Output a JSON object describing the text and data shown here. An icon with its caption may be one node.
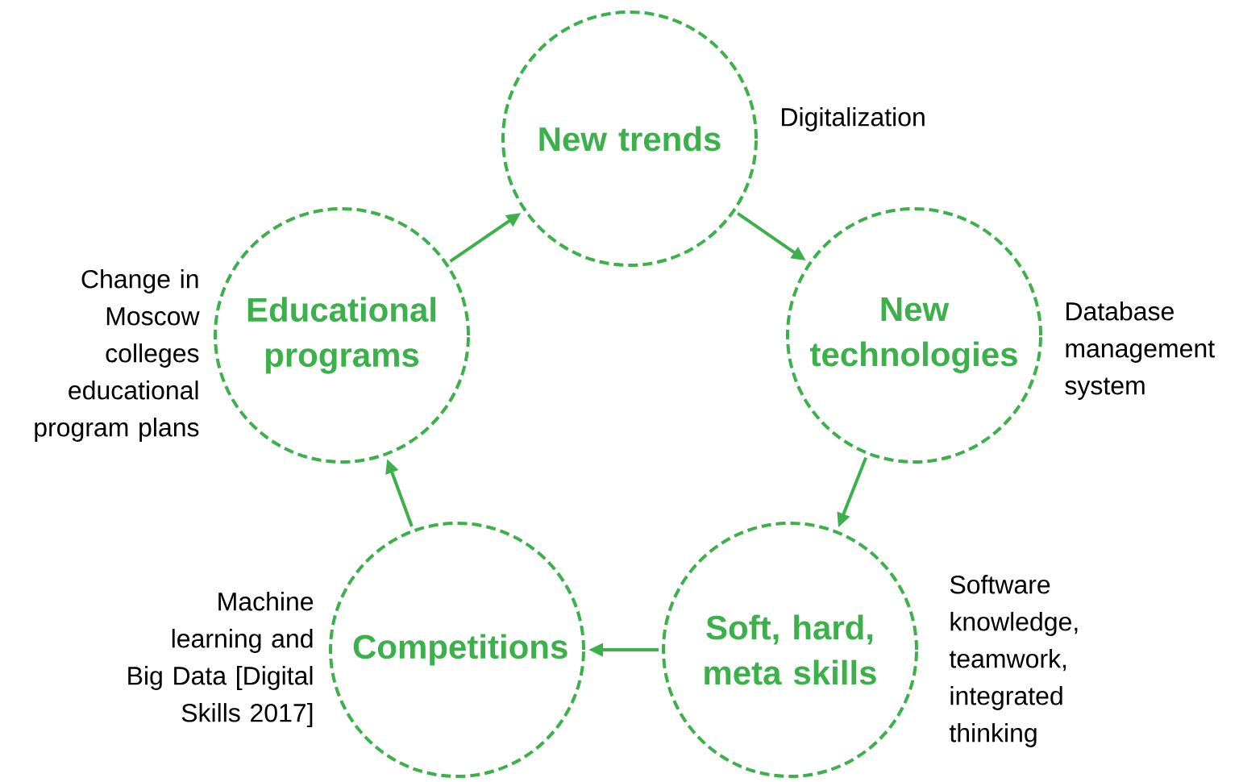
{
  "diagram": {
    "nodes": [
      {
        "text": [
          "New trends"
        ],
        "beside": [
          "Digitalization"
        ]
      },
      {
        "text": [
          "New technologies"
        ],
        "beside": [
          "Database management system"
        ]
      },
      {
        "text": [
          "Soft, hard, meta skills"
        ],
        "beside": [
          "Software knowledge, teamwork, integrated thinking"
        ]
      },
      {
        "text": [
          "Competitions"
        ],
        "beside": [
          "Machine learning and Big Data [Digital Skills 2017]"
        ]
      },
      {
        "text": [
          "Educational programs"
        ],
        "beside": [
          "Change in Moscow colleges educational program plans"
        ]
      }
    ],
    "edges": [
      {
        "from": 0,
        "to": 1,
        "arrow": "to"
      },
      {
        "from": 1,
        "to": 2,
        "arrow": "to"
      },
      {
        "from": 2,
        "to": 3,
        "arrow": "to"
      },
      {
        "from": 3,
        "to": 4,
        "arrow": "to"
      },
      {
        "from": 4,
        "to": 0,
        "arrow": "to"
      }
    ]
  }
}
